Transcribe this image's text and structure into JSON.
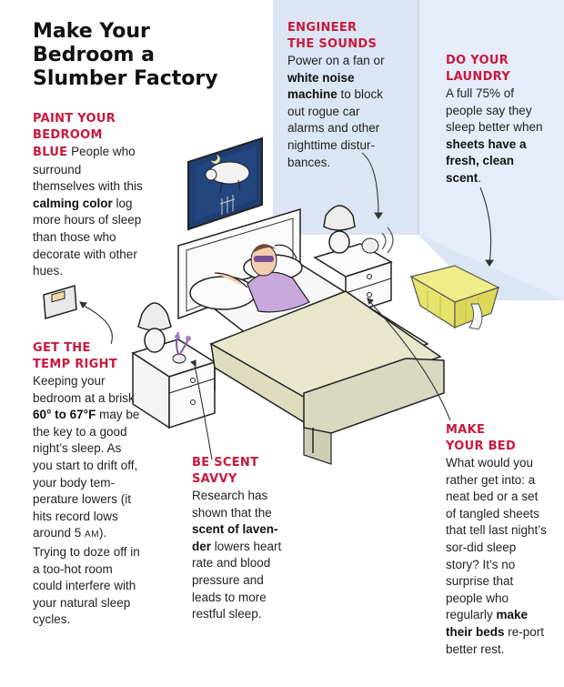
{
  "title": "Make Your\nBedroom a\nSlumber Factory",
  "colors": {
    "accent": "#c8193c",
    "wall_blue": "#dce5f3",
    "sheet": "#e8e6cc",
    "pajama": "#c9a9dc",
    "basket": "#e6e36a"
  },
  "sections": {
    "paint": {
      "heading_line1": "PAINT YOUR",
      "heading_line2": "BEDROOM",
      "heading_line3": "BLUE",
      "t1": " People who surround themselves with this ",
      "b1": "calming color",
      "t2": " log more hours of sleep than those who decorate with other hues."
    },
    "temp": {
      "heading": "GET THE\nTEMP RIGHT",
      "t1": "Keeping your bedroom at a brisk ",
      "b1": "60° to 67°F",
      "t2": " may be the key to a good night’s sleep. As you start to drift off, your body tem-perature lowers (it hits record lows around 5 ",
      "am": "AM",
      "t3": "). Trying to doze off in a too-hot room could interfere with your natural sleep cycles."
    },
    "sounds": {
      "heading": "ENGINEER\nTHE SOUNDS",
      "t1": "Power on a fan or ",
      "b1": "white noise machine",
      "t2": " to block out rogue car alarms and other nighttime distur-bances."
    },
    "laundry": {
      "heading": "DO YOUR\nLAUNDRY",
      "t1": "A full 75% of people say they sleep better when ",
      "b1": "sheets have a fresh, clean scent",
      "t2": "."
    },
    "scent": {
      "heading": "BE SCENT\nSAVVY",
      "t1": "Research has shown that the ",
      "b1": "scent of laven-der",
      "t2": " lowers heart rate and blood pressure and leads to more restful sleep."
    },
    "bed": {
      "heading": "MAKE\nYOUR BED",
      "t1": "What would you rather get into: a neat bed or a set of tangled sheets that tell last night’s sor-did sleep story? It’s no surprise that people who regularly ",
      "b1": "make their beds",
      "t2": " re-port better rest."
    }
  },
  "illustration": {
    "items": [
      "bed",
      "sleeping-woman",
      "sleep-mask",
      "framed-sheep-picture",
      "nightstand-left",
      "lamp-left",
      "lavender-vase",
      "nightstand-right",
      "lamp-right",
      "white-noise-machine",
      "laundry-basket",
      "thermostat"
    ]
  }
}
